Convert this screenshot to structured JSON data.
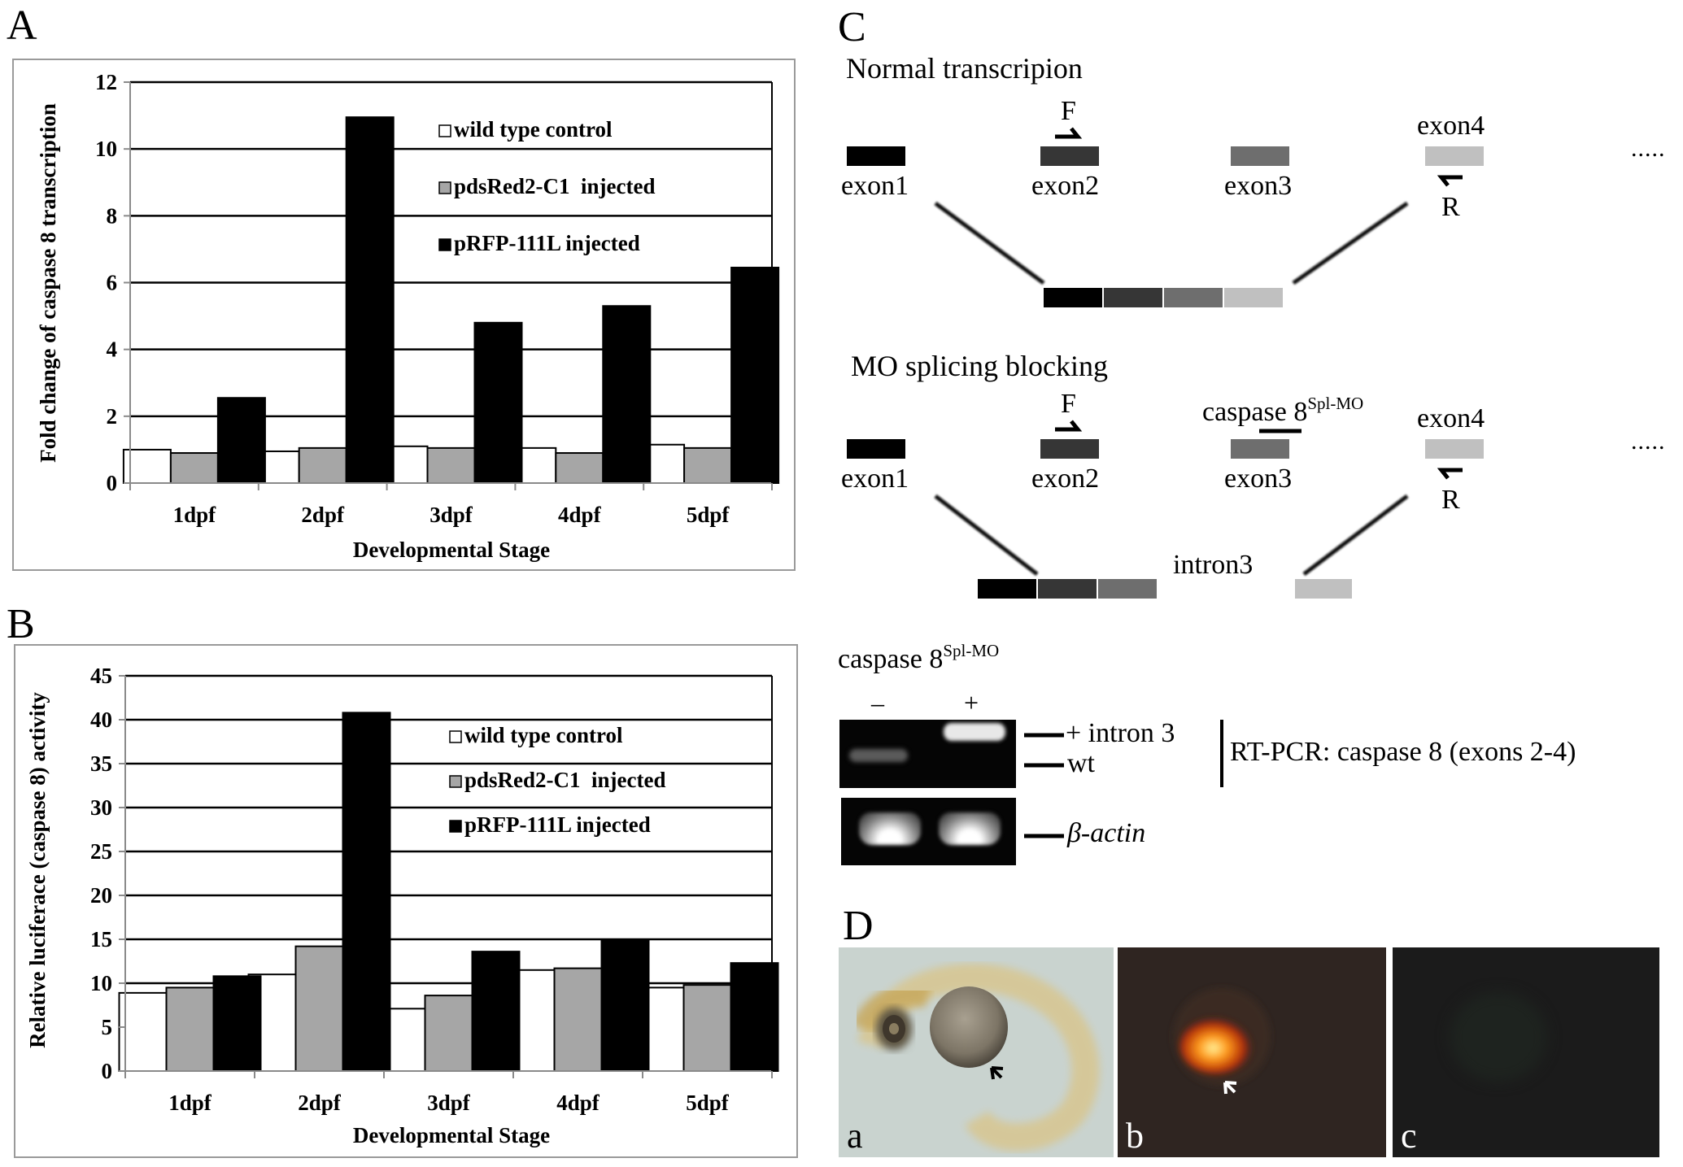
{
  "panels": {
    "A": {
      "letter": "A"
    },
    "B": {
      "letter": "B"
    },
    "C": {
      "letter": "C"
    },
    "D": {
      "letter": "D"
    }
  },
  "chart_data": [
    {
      "id": "A",
      "type": "bar",
      "title": "",
      "xlabel": "Developmental Stage",
      "ylabel": "Fold change of caspase 8 transcription",
      "categories": [
        "1dpf",
        "2dpf",
        "3dpf",
        "4dpf",
        "5dpf"
      ],
      "ylim": [
        0,
        12
      ],
      "yticks": [
        0,
        2,
        4,
        6,
        8,
        10,
        12
      ],
      "grid": true,
      "legend_position": "top-right",
      "series": [
        {
          "name": "wild type control",
          "color": "#ffffff",
          "values": [
            1.0,
            0.95,
            1.1,
            1.05,
            1.15
          ]
        },
        {
          "name": "pdsRed2-C1  injected",
          "color": "#a6a6a6",
          "values": [
            0.9,
            1.05,
            1.05,
            0.9,
            1.05
          ]
        },
        {
          "name": "pRFP-111L injected",
          "color": "#000000",
          "values": [
            2.55,
            10.95,
            4.8,
            5.3,
            6.45
          ]
        }
      ]
    },
    {
      "id": "B",
      "type": "bar",
      "title": "",
      "xlabel": "Developmental Stage",
      "ylabel": "Relative luciferace (caspase 8) activity",
      "categories": [
        "1dpf",
        "2dpf",
        "3dpf",
        "4dpf",
        "5dpf"
      ],
      "ylim": [
        0,
        45
      ],
      "yticks": [
        0,
        5,
        10,
        15,
        20,
        25,
        30,
        35,
        40,
        45
      ],
      "grid": true,
      "legend_position": "top-right",
      "series": [
        {
          "name": "wild type control",
          "color": "#ffffff",
          "values": [
            8.9,
            11.0,
            7.1,
            11.5,
            9.5
          ]
        },
        {
          "name": "pdsRed2-C1  injected",
          "color": "#a6a6a6",
          "values": [
            9.5,
            14.2,
            8.6,
            11.7,
            9.8
          ]
        },
        {
          "name": "pRFP-111L injected",
          "color": "#000000",
          "values": [
            10.8,
            40.8,
            13.6,
            15.0,
            12.3
          ]
        }
      ]
    }
  ],
  "diagram": {
    "normal": {
      "title": "Normal transcripion",
      "exons": [
        "exon1",
        "exon2",
        "exon3",
        "exon4"
      ],
      "forward_primer": "F",
      "reverse_primer": "R",
      "ellipsis": "....."
    },
    "mo": {
      "title": "MO splicing blocking",
      "exons": [
        "exon1",
        "exon2",
        "exon3",
        "exon4"
      ],
      "forward_primer": "F",
      "reverse_primer": "R",
      "mo_label": "caspase 8",
      "mo_sup": "Spl-MO",
      "intron_label": "intron3",
      "ellipsis": "....."
    },
    "exon_colors": [
      "#000000",
      "#363636",
      "#6e6e6e",
      "#c0c0c0"
    ],
    "intron_color": "#ff1a1a"
  },
  "gel": {
    "header": "caspase 8",
    "header_sup": "Spl-MO",
    "lanes": [
      "–",
      "+"
    ],
    "band_intron": "+ intron 3",
    "band_wt": "wt",
    "band_actin": "β-actin",
    "rtpcr_label": "RT-PCR:",
    "rtpcr_target": "caspase 8 (exons 2-4)"
  },
  "micrographs": [
    {
      "label": "a",
      "background": "#c9d3cf"
    },
    {
      "label": "b",
      "background": "#2f2521"
    },
    {
      "label": "c",
      "background": "#1b1b1b"
    }
  ]
}
